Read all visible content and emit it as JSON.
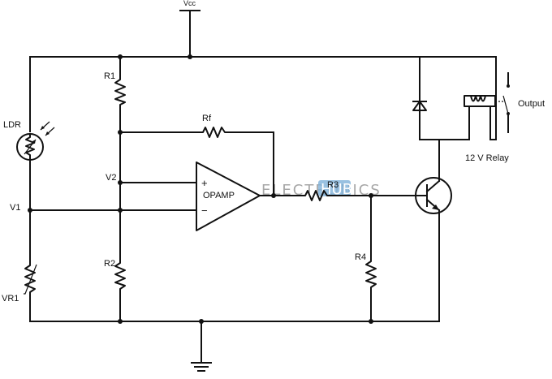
{
  "labels": {
    "vcc": "Vcc",
    "r1": "R1",
    "r2": "R2",
    "r3": "R3",
    "r4": "R4",
    "rf": "Rf",
    "ldr": "LDR",
    "vr1": "VR1",
    "v1": "V1",
    "v2": "V2",
    "opamp": "OPAMP",
    "plus": "+",
    "minus": "−",
    "relay": "12 V Relay",
    "output": "Output"
  },
  "watermark": {
    "text": "ELECTRONICS",
    "badge": "HUB",
    "badge_color": "#7fb2d9"
  }
}
